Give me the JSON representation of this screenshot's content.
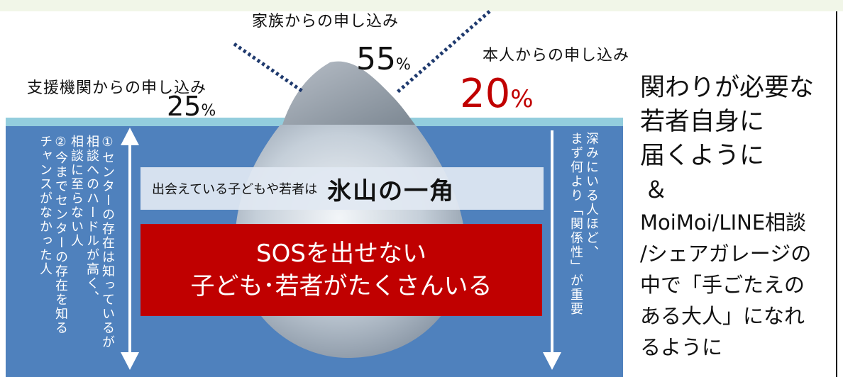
{
  "colors": {
    "top_strip": "#f1f6e8",
    "sea": "#4f81bd",
    "waterline": "#93cddd",
    "sos_box": "#c00000",
    "highlight_percent": "#c00000",
    "leader_dots": "#1f3a6e"
  },
  "sources": {
    "family_label": "家族からの申し込み",
    "support_label": "支援機関からの申し込み",
    "self_label": "本人からの申し込み",
    "family_value": "55",
    "support_value": "25",
    "self_value": "20",
    "unit": "%"
  },
  "tip": {
    "caption": "出会えている子どもや若者は",
    "heading": "氷山の一角"
  },
  "sos": {
    "line1": "SOSを出せない",
    "line2": "子ども･若者がたくさんいる"
  },
  "left_notes": [
    "①センターの存在は知っているが",
    "相談へのハードルが高く、",
    "相談に至らない人",
    "②今までセンターの存在を知る",
    "チャンスがなかった人"
  ],
  "right_notes": [
    "深みにいる人ほど、",
    "まず何より「関係性」が重要"
  ],
  "panel": {
    "line1": "関わりが必要な",
    "line2": "若者自身に",
    "line3": "届くように",
    "amp": "＆",
    "line4": "MoiMoi/LINE相談",
    "line5": "/シェアガレージの",
    "line6": "中で「手ごたえの",
    "line7": "ある大人」になれ",
    "line8": "るように"
  }
}
